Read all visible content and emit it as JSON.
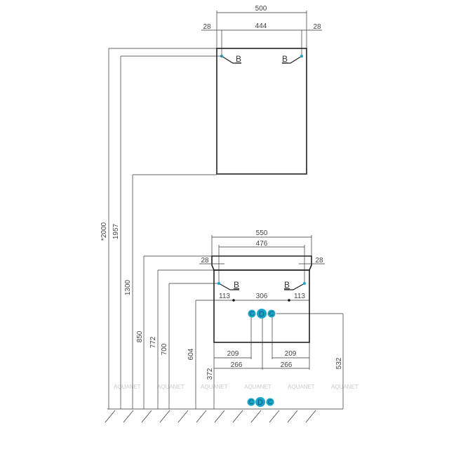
{
  "brand_watermark": "AQUANET",
  "colors": {
    "connector": "#1aa3c8",
    "line": "#222222"
  },
  "upper_cabinet": {
    "width_total": "500",
    "inner_width": "444",
    "left_offset": "28",
    "right_offset": "28",
    "mount_label": "B"
  },
  "lower_cabinet": {
    "width_total": "550",
    "inner_width": "476",
    "left_offset": "28",
    "right_offset": "28",
    "mount_label": "B",
    "mount_side_left": "113",
    "mount_spacing": "306",
    "mount_side_right": "113",
    "pipe_left": "209",
    "pipe_right": "209",
    "center_left": "266",
    "center_right": "266",
    "connectors": [
      "C",
      "D",
      "C"
    ]
  },
  "heights": {
    "total": "*2000",
    "upper_top_mount": "1957",
    "upper_bottom": "1300",
    "counter_top": "850",
    "body_top": "772",
    "mount": "700",
    "mount_rail": "604",
    "floor_connectors": "372",
    "wall_connectors": "532"
  }
}
